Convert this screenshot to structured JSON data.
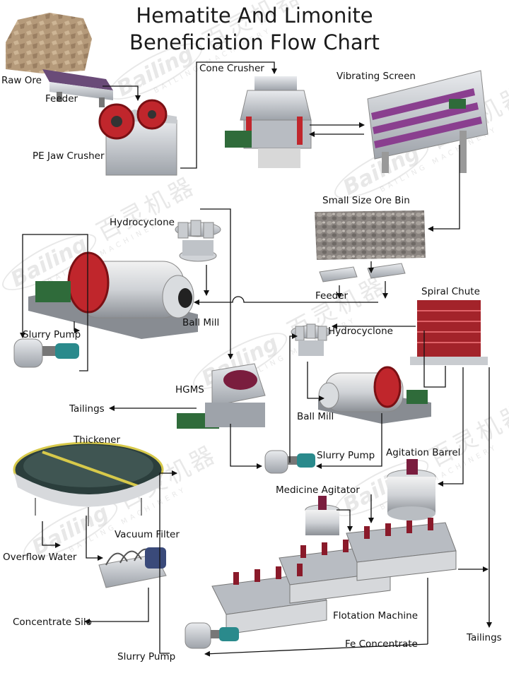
{
  "title": {
    "line1": "Hematite And Limonite",
    "line2": "Beneficiation Flow Chart"
  },
  "labels": {
    "raw_ore": "Raw Ore",
    "feeder_1": "Feeder",
    "pe_jaw_crusher": "PE Jaw Crusher",
    "cone_crusher": "Cone Crusher",
    "vibrating_screen": "Vibrating Screen",
    "small_size_ore_bin": "Small Size Ore Bin",
    "feeder_2": "Feeder",
    "hydrocyclone_1": "Hydrocyclone",
    "ball_mill_1": "Ball Mill",
    "slurry_pump_1": "Slurry Pump",
    "spiral_chute": "Spiral Chute",
    "hydrocyclone_2": "Hydrocyclone",
    "hgms": "HGMS",
    "tailings_1": "Tailings",
    "ball_mill_2": "Ball Mill",
    "slurry_pump_2": "Slurry Pump",
    "thickener": "Thickener",
    "agitation_barrel": "Agitation Barrel",
    "medicine_agitator": "Medicine Agitator",
    "vacuum_filter": "Vacuum Filter",
    "overflow_water": "Overflow Water",
    "flotation_machine": "Flotation Machine",
    "concentrate_silo": "Concentrate Silo",
    "fe_concentrate": "Fe Concentrate",
    "tailings_2": "Tailings",
    "slurry_pump_3": "Slurry Pump"
  },
  "watermark": {
    "brand": "Bailing",
    "chinese": "百灵机器",
    "english": "BAILING MACHINERY"
  },
  "colors": {
    "arrow": "#111111",
    "machine_red": "#c0262c",
    "machine_gray": "#b8bcc2",
    "pump_teal": "#2a8a8c",
    "gear_green": "#2f6b3a",
    "screen_purple": "#8a3f8f",
    "ore_tan": "#b59a7a"
  }
}
